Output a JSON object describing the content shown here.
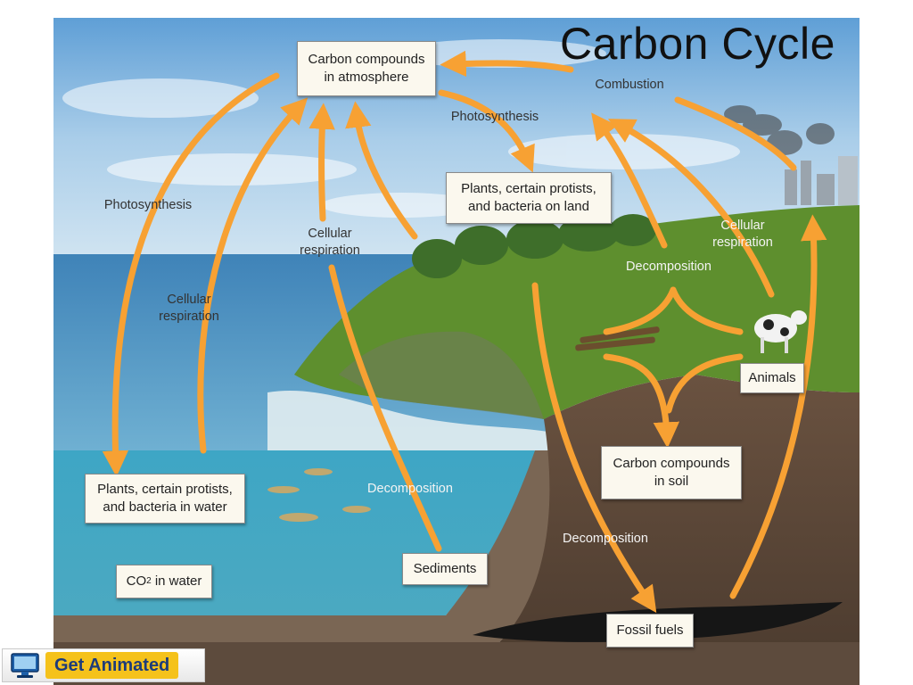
{
  "title": "Carbon Cycle",
  "boxes": {
    "atmosphere": [
      "Carbon compounds",
      "in atmosphere"
    ],
    "plants_land": [
      "Plants, certain protists,",
      "and bacteria on land"
    ],
    "plants_water": [
      "Plants, certain protists,",
      "and bacteria in water"
    ],
    "co2_water": {
      "prefix": "CO",
      "sub": "2",
      "suffix": " in water"
    },
    "sediments": "Sediments",
    "animals": "Animals",
    "soil": [
      "Carbon compounds",
      "in soil"
    ],
    "fossil_fuels": "Fossil fuels"
  },
  "labels": {
    "combustion": "Combustion",
    "photosynthesis_top": "Photosynthesis",
    "photosynthesis_left": "Photosynthesis",
    "cellular_respiration_center": [
      "Cellular",
      "respiration"
    ],
    "cellular_respiration_left": [
      "Cellular",
      "respiration"
    ],
    "cellular_respiration_right": [
      "Cellular",
      "respiration"
    ],
    "decomposition_land": "Decomposition",
    "decomposition_water": "Decomposition",
    "decomposition_soil": "Decomposition"
  },
  "button": {
    "label": "Get Animated",
    "icon": "computer-icon"
  },
  "colors": {
    "arrow": "#f7a133",
    "sky": "#7fb3dc",
    "water": "#3a9cbc",
    "grass": "#5e8f2e",
    "soil": "#5a4636"
  }
}
